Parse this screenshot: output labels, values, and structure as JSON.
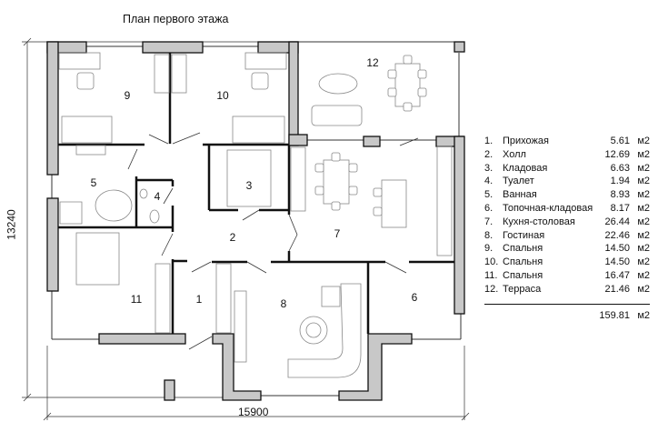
{
  "title": "План первого этажа",
  "dimensions": {
    "width": "15900",
    "height": "13240"
  },
  "rooms": [
    {
      "number": "1.",
      "label": "1",
      "name": "Прихожая",
      "area": "5.61",
      "unit": "м2"
    },
    {
      "number": "2.",
      "label": "2",
      "name": "Холл",
      "area": "12.69",
      "unit": "м2"
    },
    {
      "number": "3.",
      "label": "3",
      "name": "Кладовая",
      "area": "6.63",
      "unit": "м2"
    },
    {
      "number": "4.",
      "label": "4",
      "name": "Туалет",
      "area": "1.94",
      "unit": "м2"
    },
    {
      "number": "5.",
      "label": "5",
      "name": "Ванная",
      "area": "8.93",
      "unit": "м2"
    },
    {
      "number": "6.",
      "label": "6",
      "name": "Топочная-кладовая",
      "area": "8.17",
      "unit": "м2"
    },
    {
      "number": "7.",
      "label": "7",
      "name": "Кухня-столовая",
      "area": "26.44",
      "unit": "м2"
    },
    {
      "number": "8.",
      "label": "8",
      "name": "Гостиная",
      "area": "22.46",
      "unit": "м2"
    },
    {
      "number": "9.",
      "label": "9",
      "name": "Спальня",
      "area": "14.50",
      "unit": "м2"
    },
    {
      "number": "10.",
      "label": "10",
      "name": "Спальня",
      "area": "14.50",
      "unit": "м2"
    },
    {
      "number": "11.",
      "label": "11",
      "name": "Спальня",
      "area": "16.47",
      "unit": "м2"
    },
    {
      "number": "12.",
      "label": "12",
      "name": "Терраса",
      "area": "21.46",
      "unit": "м2"
    }
  ],
  "total": {
    "area": "159.81",
    "unit": "м2"
  },
  "colors": {
    "wall": "#c8c8c8",
    "line": "#111111",
    "furniture": "#888888"
  }
}
